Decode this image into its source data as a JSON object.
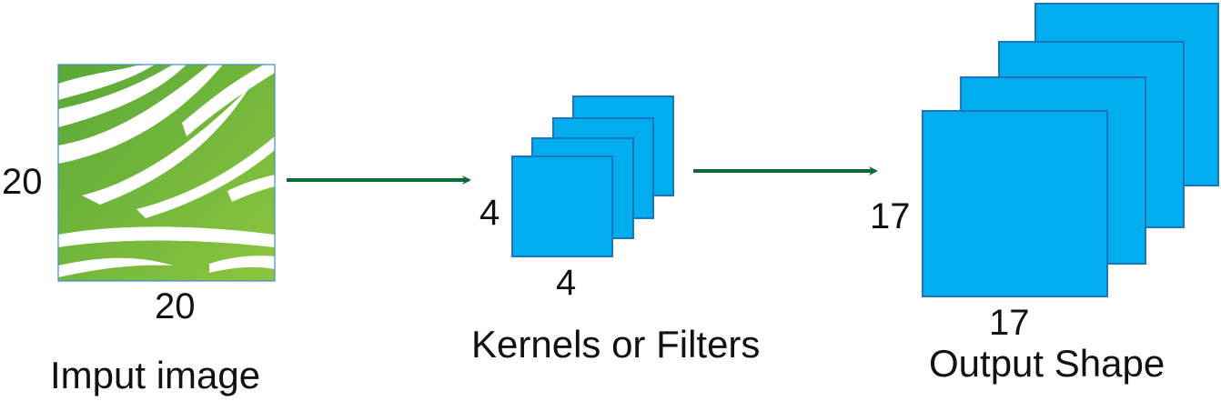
{
  "input": {
    "width_label": "20",
    "height_label": "20",
    "caption": "Imput image",
    "colors": {
      "leaf_light": "#8cc63f",
      "leaf_dark": "#5aa838",
      "stripe": "#ffffff",
      "border": "#3b8fd1"
    }
  },
  "kernels": {
    "width_label": "4",
    "height_label": "4",
    "caption": "Kernels or Filters",
    "count": 4,
    "colors": {
      "fill": "#00aeef",
      "stroke": "#1b75bc"
    }
  },
  "output": {
    "width_label": "17",
    "height_label": "17",
    "caption": "Output Shape",
    "count": 4,
    "colors": {
      "fill": "#00aeef",
      "stroke": "#1b75bc"
    }
  },
  "arrows": {
    "color": "#0f6b3c"
  }
}
